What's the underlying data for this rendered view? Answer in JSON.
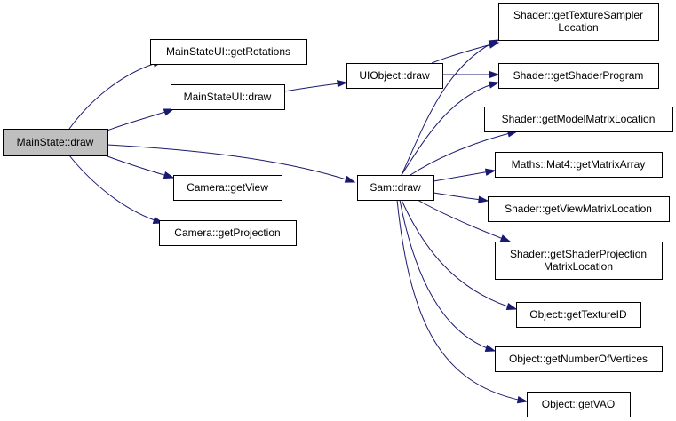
{
  "diagram": {
    "edge_color": "#191970",
    "root_fill": "#bfbfbf",
    "nodes": {
      "main_state_draw": [
        "MainState::draw"
      ],
      "main_state_ui_get_rotations": [
        "MainStateUI::getRotations"
      ],
      "main_state_ui_draw": [
        "MainStateUI::draw"
      ],
      "camera_get_view": [
        "Camera::getView"
      ],
      "camera_get_projection": [
        "Camera::getProjection"
      ],
      "ui_object_draw": [
        "UIObject::draw"
      ],
      "sam_draw": [
        "Sam::draw"
      ],
      "shader_get_texture_sampler_location": [
        "Shader::getTextureSampler",
        "Location"
      ],
      "shader_get_shader_program": [
        "Shader::getShaderProgram"
      ],
      "shader_get_model_matrix_location": [
        "Shader::getModelMatrixLocation"
      ],
      "maths_mat4_get_matrix_array": [
        "Maths::Mat4::getMatrixArray"
      ],
      "shader_get_view_matrix_location": [
        "Shader::getViewMatrixLocation"
      ],
      "shader_get_shader_projection_matrix_location": [
        "Shader::getShaderProjection",
        "MatrixLocation"
      ],
      "object_get_texture_id": [
        "Object::getTextureID"
      ],
      "object_get_number_of_vertices": [
        "Object::getNumberOfVertices"
      ],
      "object_get_vao": [
        "Object::getVAO"
      ]
    },
    "edges": [
      [
        "main_state_draw",
        "main_state_ui_get_rotations"
      ],
      [
        "main_state_draw",
        "main_state_ui_draw"
      ],
      [
        "main_state_draw",
        "sam_draw"
      ],
      [
        "main_state_draw",
        "camera_get_view"
      ],
      [
        "main_state_draw",
        "camera_get_projection"
      ],
      [
        "main_state_ui_draw",
        "ui_object_draw"
      ],
      [
        "ui_object_draw",
        "shader_get_texture_sampler_location"
      ],
      [
        "ui_object_draw",
        "shader_get_shader_program"
      ],
      [
        "sam_draw",
        "shader_get_texture_sampler_location"
      ],
      [
        "sam_draw",
        "shader_get_shader_program"
      ],
      [
        "sam_draw",
        "shader_get_model_matrix_location"
      ],
      [
        "sam_draw",
        "maths_mat4_get_matrix_array"
      ],
      [
        "sam_draw",
        "shader_get_view_matrix_location"
      ],
      [
        "sam_draw",
        "shader_get_shader_projection_matrix_location"
      ],
      [
        "sam_draw",
        "object_get_texture_id"
      ],
      [
        "sam_draw",
        "object_get_number_of_vertices"
      ],
      [
        "sam_draw",
        "object_get_vao"
      ]
    ]
  }
}
